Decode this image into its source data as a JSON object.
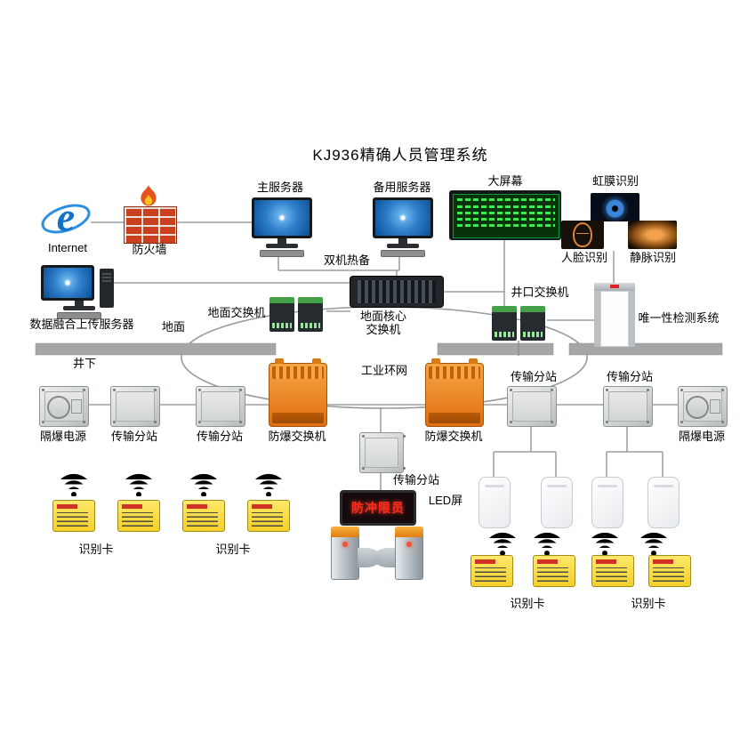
{
  "title": "KJ936精确人员管理系统",
  "labels": {
    "internet": "Internet",
    "firewall": "防火墙",
    "main_server": "主服务器",
    "backup_server": "备用服务器",
    "dual_hot_standby": "双机热备",
    "big_screen": "大屏幕",
    "iris_recognition": "虹膜识别",
    "face_recognition": "人脸识别",
    "vein_recognition": "静脉识别",
    "data_fusion_upload_server": "数据融合上传服务器",
    "ground_surface": "地面",
    "underground": "井下",
    "ground_switch": "地面交换机",
    "ground_core_switch_line1": "地面核心",
    "ground_core_switch_line2": "交换机",
    "wellhead_switch": "井口交换机",
    "uniqueness_detection_system": "唯一性检测系统",
    "industrial_ring_network": "工业环网",
    "flameproof_power": "隔爆电源",
    "transmission_substation": "传输分站",
    "explosionproof_switch": "防爆交换机",
    "led_screen": "LED屏",
    "led_screen_text": "防冲限员",
    "id_card": "识别卡"
  },
  "colors": {
    "accent_orange": "#e67e22",
    "led_green": "#35f04a",
    "led_red": "#ff2a1a",
    "card_yellow": "#f3cf2a",
    "line_gray": "#8c8c8c",
    "ground_bar_gray": "#a6a6a6",
    "screen_blue": "#2f7fcb"
  }
}
